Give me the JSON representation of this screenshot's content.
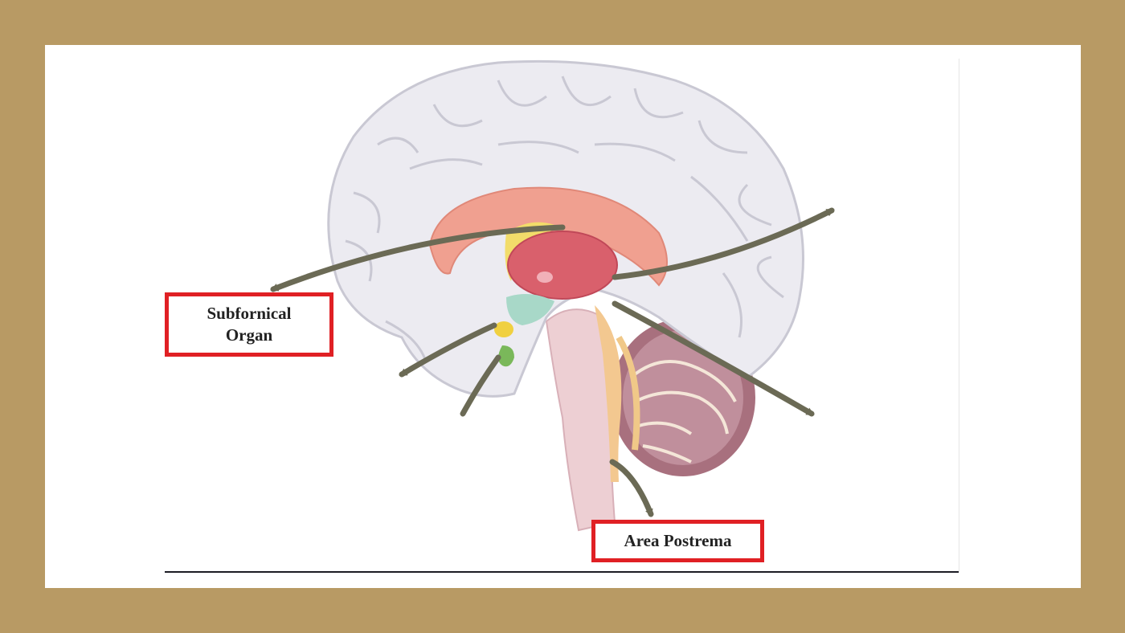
{
  "labels": {
    "subfornical_organ": [
      "Subfornical",
      "Organ"
    ],
    "area_postrema": "Area Postrema"
  },
  "colors": {
    "page_border": "#b89a64",
    "label_border": "#e02024",
    "arrow": "#6b6a55",
    "cortex": "#ecebf1",
    "corpus_callosum": "#f0a090",
    "thalamus": "#d9606c",
    "brainstem": "#edcfd3",
    "cerebellum": "#b07888"
  }
}
